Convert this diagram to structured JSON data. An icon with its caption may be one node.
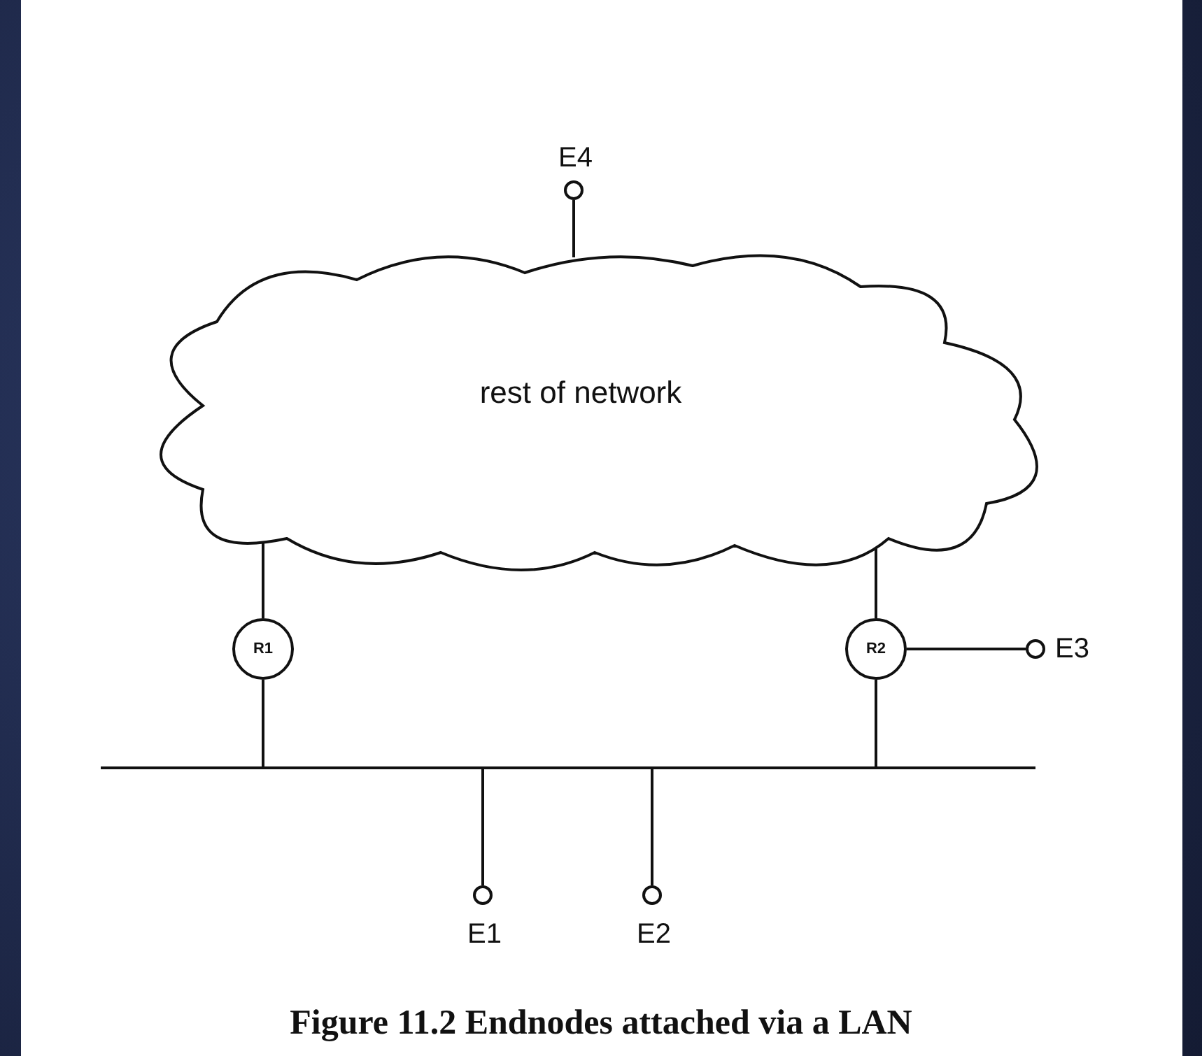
{
  "diagram": {
    "caption": "Figure 11.2 Endnodes attached via a LAN",
    "nodes": [
      {
        "text": [
          "E4"
        ]
      },
      {
        "text": [
          "rest of network"
        ]
      },
      {
        "text": [
          "R1"
        ]
      },
      {
        "text": [
          "R2"
        ]
      },
      {
        "text": [
          "E3"
        ]
      },
      {
        "text": [],
        "shape": "bar"
      },
      {
        "text": [
          "E1"
        ]
      },
      {
        "text": [
          "E2"
        ]
      }
    ],
    "edges": [
      {
        "from": 0,
        "to": 1,
        "arrow": "none"
      },
      {
        "from": 1,
        "to": 2,
        "arrow": "none"
      },
      {
        "from": 1,
        "to": 3,
        "arrow": "none"
      },
      {
        "from": 2,
        "to": 5,
        "arrow": "none"
      },
      {
        "from": 3,
        "to": 5,
        "arrow": "none"
      },
      {
        "from": 3,
        "to": 4,
        "arrow": "none"
      },
      {
        "from": 5,
        "to": 6,
        "arrow": "none"
      },
      {
        "from": 5,
        "to": 7,
        "arrow": "none"
      }
    ]
  }
}
